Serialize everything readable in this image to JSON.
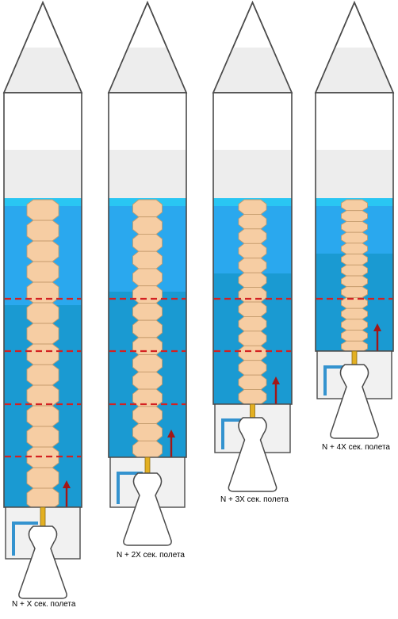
{
  "captions": [
    "N + X сек. полета",
    "N + 2X сек. полета",
    "N + 3X сек. полета",
    "N + 4X сек. полета"
  ],
  "colors": {
    "outline": "#4a4a4a",
    "body_white": "#ffffff",
    "body_grey": "#ededed",
    "water_light": "#2aa8ee",
    "water_dark": "#1a9ad2",
    "water_top": "#29c6f3",
    "cell_fill": "#f6cda3",
    "cell_stroke": "#c59c6e",
    "dashed_line": "#d42121",
    "arrow": "#a31616",
    "engine_box": "#f1f1f1",
    "pipe": "#3493cf",
    "nozzle_neck": "#e3b022"
  }
}
